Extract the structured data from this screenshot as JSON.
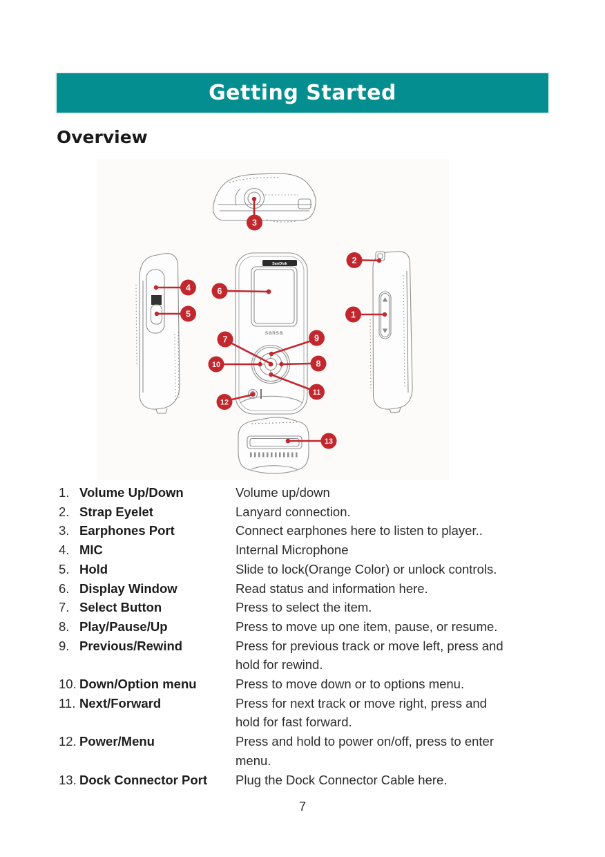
{
  "header": {
    "title": "Getting Started"
  },
  "section": {
    "title": "Overview"
  },
  "footer": {
    "page_number": "7"
  },
  "colors": {
    "banner_teal": "#048e8f",
    "callout_red": "#c1272d",
    "text_black": "#1c1c1c"
  },
  "diagram": {
    "description": "Five line-art views of the Sansa MP3 player (top, left side, front, right side, bottom) with numbered red callouts",
    "brand_logo": "SanDisk",
    "brand_name": "sansa",
    "callouts": {
      "c1": "1",
      "c2": "2",
      "c3": "3",
      "c4": "4",
      "c5": "5",
      "c6": "6",
      "c7": "7",
      "c8": "8",
      "c9": "9",
      "c10": "10",
      "c11": "11",
      "c12": "12",
      "c13": "13"
    }
  },
  "items": [
    {
      "num": "1.",
      "term": "Volume Up/Down",
      "desc": "Volume up/down"
    },
    {
      "num": "2.",
      "term": "Strap Eyelet",
      "desc": "Lanyard connection."
    },
    {
      "num": "3.",
      "term": "Earphones Port",
      "desc": "Connect earphones here to listen to player.."
    },
    {
      "num": "4.",
      "term": "MIC",
      "desc": "Internal Microphone"
    },
    {
      "num": "5.",
      "term": "Hold",
      "desc": "Slide to lock(Orange Color) or unlock controls."
    },
    {
      "num": "6.",
      "term": "Display Window",
      "desc": "Read status and information here."
    },
    {
      "num": "7.",
      "term": "Select Button",
      "desc": "Press to select the item."
    },
    {
      "num": "8.",
      "term": "Play/Pause/Up",
      "desc": "Press to move up one item, pause, or resume."
    },
    {
      "num": "9.",
      "term": "Previous/Rewind",
      "desc": "Press for previous track or move left, press and\nhold for rewind."
    },
    {
      "num": "10.",
      "term": "Down/Option menu",
      "desc": "Press to move down or to options menu."
    },
    {
      "num": "11.",
      "term": "Next/Forward",
      "desc": "Press for next track or move right, press and\nhold for fast forward."
    },
    {
      "num": "12.",
      "term": "Power/Menu",
      "desc": "Press and hold to power on/off, press to enter\nmenu."
    },
    {
      "num": "13.",
      "term": "Dock Connector Port",
      "desc": "Plug the Dock Connector Cable here."
    }
  ]
}
